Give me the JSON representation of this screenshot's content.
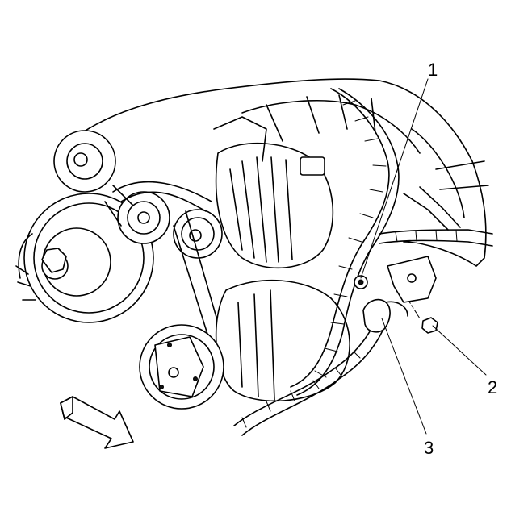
{
  "diagram": {
    "callouts": [
      {
        "id": "1",
        "label": "1"
      },
      {
        "id": "2",
        "label": "2"
      },
      {
        "id": "3",
        "label": "3"
      }
    ],
    "direction_arrow": {
      "icon": "front-direction-arrow-icon"
    },
    "colors": {
      "line": "#000000",
      "background": "#ffffff"
    }
  }
}
